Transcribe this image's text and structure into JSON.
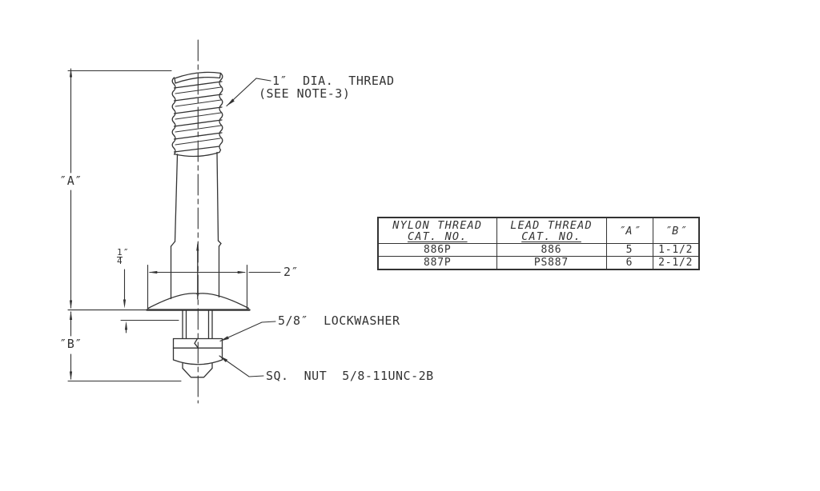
{
  "drawing": {
    "line_color": "#333333",
    "annotations": {
      "thread_label_line1": "1″  DIA.  THREAD",
      "thread_label_line2": "(SEE NOTE-3)",
      "dim_a_label": "″A″",
      "dim_b_label": "″B″",
      "dim_width_label": "2″",
      "fraction": {
        "numerator": "1",
        "denominator": "4",
        "unit": "″"
      },
      "lockwasher_label": "5/8″  LOCKWASHER",
      "square_nut_label": "SQ.  NUT  5/8-11UNC-2B"
    }
  },
  "spec_table": {
    "columns": [
      {
        "line1": "NYLON THREAD",
        "line2": "CAT.  NO."
      },
      {
        "line1": "LEAD THREAD",
        "line2": "CAT.  NO."
      },
      {
        "line1": "″A″",
        "line2": ""
      },
      {
        "line1": "″B″",
        "line2": ""
      }
    ],
    "rows": [
      {
        "nylon": "886P",
        "lead": "886",
        "a": "5",
        "b": "1-1/2"
      },
      {
        "nylon": "887P",
        "lead": "PS887",
        "a": "6",
        "b": "2-1/2"
      }
    ]
  }
}
